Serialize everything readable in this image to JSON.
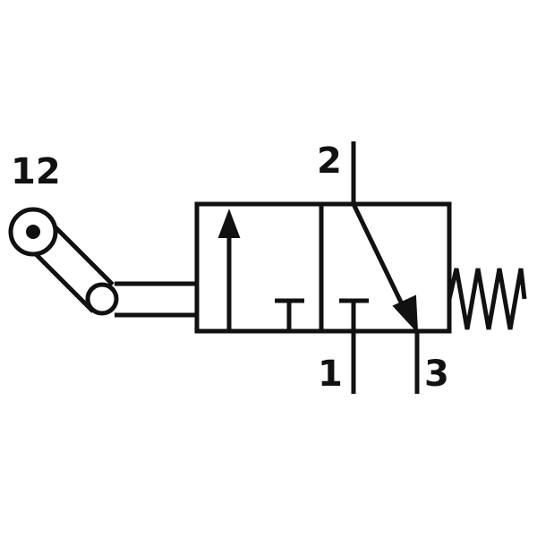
{
  "diagram": {
    "type": "pneumatic-valve-symbol",
    "description_labels": {
      "pilot_port": "12",
      "outlet_port": "2",
      "supply_port": "1",
      "exhaust_port": "3"
    },
    "colors": {
      "stroke": "#111111",
      "background": "#ffffff"
    },
    "actuator": "roller-lever",
    "return": "spring"
  }
}
